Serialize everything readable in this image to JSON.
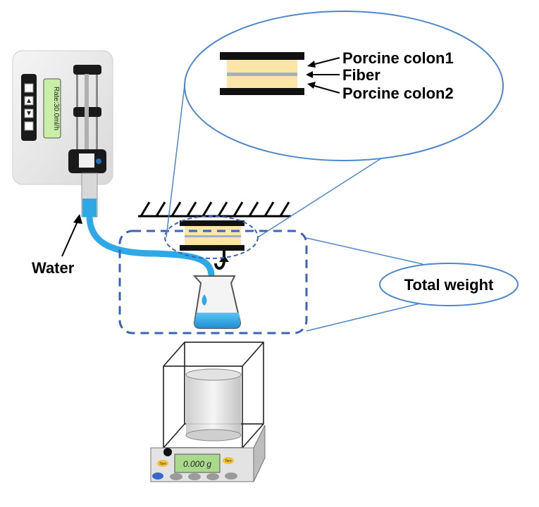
{
  "labels": {
    "water": "Water",
    "total_weight": "Total weight",
    "porcine_colon1": "Porcine colon1",
    "fiber": "Fiber",
    "porcine_colon2": "Porcine colon2"
  },
  "pump": {
    "rate": "Rate:30.0ml/h"
  },
  "balance": {
    "reading": "0.000 g",
    "left_key": "Tare",
    "right_key": "Tare"
  },
  "colors": {
    "water": "#2ea8e6",
    "dashed_outline": "#3a63b8",
    "callout_lines": "#4d86c9",
    "colon_tissue": "#fbe6a8",
    "fiber": "#9bb2c8",
    "pump_body": "#e8e8e8",
    "lcd": "#c8eea8"
  },
  "icons": {
    "pump_buttons": [
      "square-button-icon",
      "up-arrow-button-icon",
      "down-arrow-button-icon",
      "square-button-icon"
    ]
  }
}
